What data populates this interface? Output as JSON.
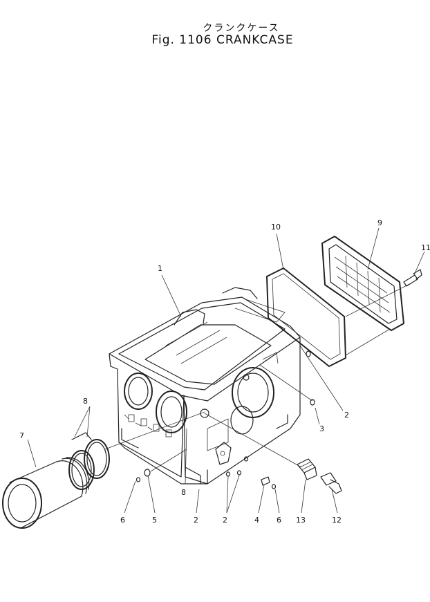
{
  "header": {
    "title_jp": "クランクケース",
    "title_en": "Fig. 1106 CRANKCASE"
  },
  "callouts": {
    "c1": "1",
    "c2a": "2",
    "c2b": "2",
    "c2c": "2",
    "c3": "3",
    "c4": "4",
    "c5": "5",
    "c6a": "6",
    "c6b": "6",
    "c7": "7",
    "c8a": "8",
    "c8b": "8",
    "c9": "9",
    "c10": "10",
    "c11": "11",
    "c12": "12",
    "c13": "13"
  }
}
